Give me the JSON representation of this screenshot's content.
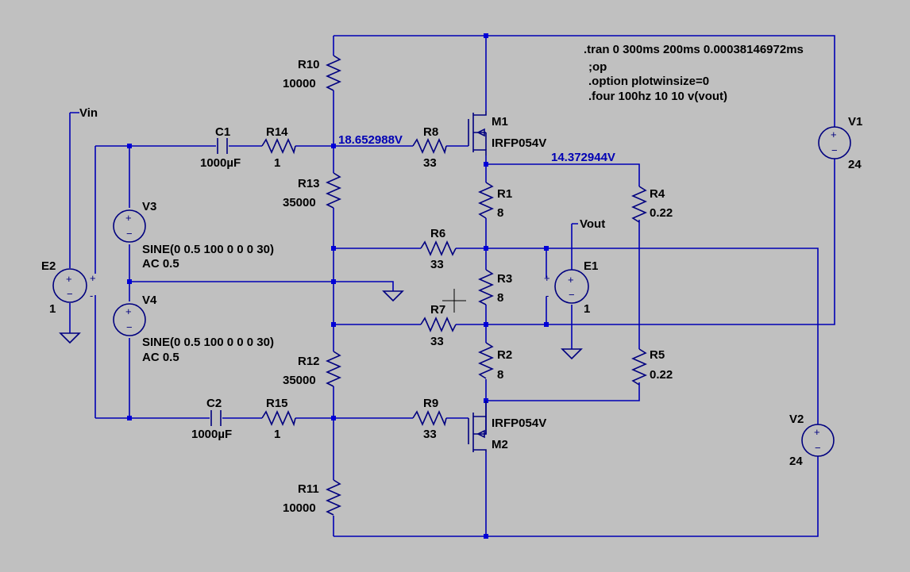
{
  "directives": [
    ".tran 0 300ms 200ms 0.00038146972ms",
    ";op",
    ".option plotwinsize=0",
    ".four 100hz 10 10 v(vout)"
  ],
  "voltages": {
    "gate_node": "18.652988V",
    "source_node": "14.372944V"
  },
  "nets": {
    "vin": "Vin",
    "vout": "Vout"
  },
  "components": {
    "R10": {
      "name": "R10",
      "value": "10000"
    },
    "R13": {
      "name": "R13",
      "value": "35000"
    },
    "R12": {
      "name": "R12",
      "value": "35000"
    },
    "R11": {
      "name": "R11",
      "value": "10000"
    },
    "R14": {
      "name": "R14",
      "value": "1"
    },
    "R15": {
      "name": "R15",
      "value": "1"
    },
    "R8": {
      "name": "R8",
      "value": "33"
    },
    "R9": {
      "name": "R9",
      "value": "33"
    },
    "R6": {
      "name": "R6",
      "value": "33"
    },
    "R7": {
      "name": "R7",
      "value": "33"
    },
    "R1": {
      "name": "R1",
      "value": "8"
    },
    "R2": {
      "name": "R2",
      "value": "8"
    },
    "R3": {
      "name": "R3",
      "value": "8"
    },
    "R4": {
      "name": "R4",
      "value": "0.22"
    },
    "R5": {
      "name": "R5",
      "value": "0.22"
    },
    "C1": {
      "name": "C1",
      "value": "1000µF"
    },
    "C2": {
      "name": "C2",
      "value": "1000µF"
    },
    "M1": {
      "name": "M1",
      "value": "IRFP054V"
    },
    "M2": {
      "name": "M2",
      "value": "IRFP054V"
    },
    "V1": {
      "name": "V1",
      "value": "24"
    },
    "V2": {
      "name": "V2",
      "value": "24"
    },
    "V3": {
      "name": "V3",
      "value": "SINE(0 0.5 100 0 0 0 30)",
      "ac": "AC 0.5"
    },
    "V4": {
      "name": "V4",
      "value": "SINE(0 0.5 100 0 0 0 30)",
      "ac": "AC 0.5"
    },
    "E1": {
      "name": "E1",
      "value": "1"
    },
    "E2": {
      "name": "E2",
      "value": "1"
    }
  }
}
